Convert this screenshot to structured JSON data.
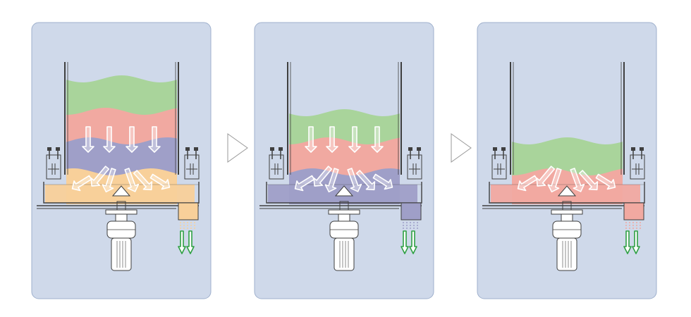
{
  "colors": {
    "background": "#ffffff",
    "panel_fill": "#cfd9ea",
    "panel_border": "#9fb0cc",
    "line": "#3f3f3f",
    "green_layer": "#a9d49b",
    "red_layer": "#f1a9a1",
    "blue_layer": "#9f9fc8",
    "yellow_layer": "#f8d09a",
    "flow_arrow_fill": "#ffffff",
    "discharge_arrow": "#2ea043",
    "step_arrow": "#9a9a9a"
  },
  "stages": [
    {
      "name": "stage-1",
      "layers": [
        "green",
        "red",
        "blue",
        "yellow"
      ],
      "discharge": "yellow"
    },
    {
      "name": "stage-2",
      "layers": [
        "green",
        "red",
        "blue"
      ],
      "discharge": "blue"
    },
    {
      "name": "stage-3",
      "layers": [
        "green",
        "red"
      ],
      "discharge": "red"
    }
  ],
  "step_arrow_icon": "chevron-right-outline"
}
